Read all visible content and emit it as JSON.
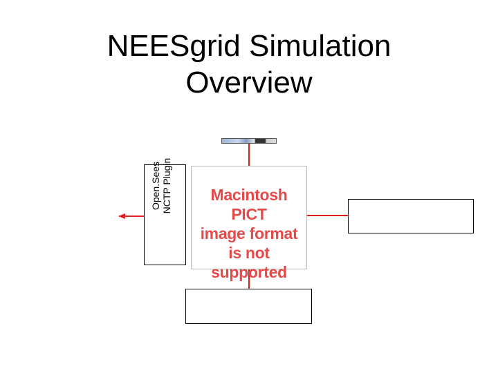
{
  "slide": {
    "title_line1": "NEESgrid Simulation",
    "title_line2": "Overview"
  },
  "plugin": {
    "line1": "Open.Sees",
    "line2": "NCTP Plugin"
  },
  "pict_placeholder": {
    "line1": "Macintosh PICT",
    "line2": "image format",
    "line3": "is not supported"
  },
  "colors": {
    "connector": "#e02020",
    "placeholder_text": "#e54a4a",
    "box_border": "#000000"
  },
  "icons": {
    "top_thumbnail": "toolbar-thumbnail-icon",
    "left_arrow": "arrow-left-icon"
  }
}
